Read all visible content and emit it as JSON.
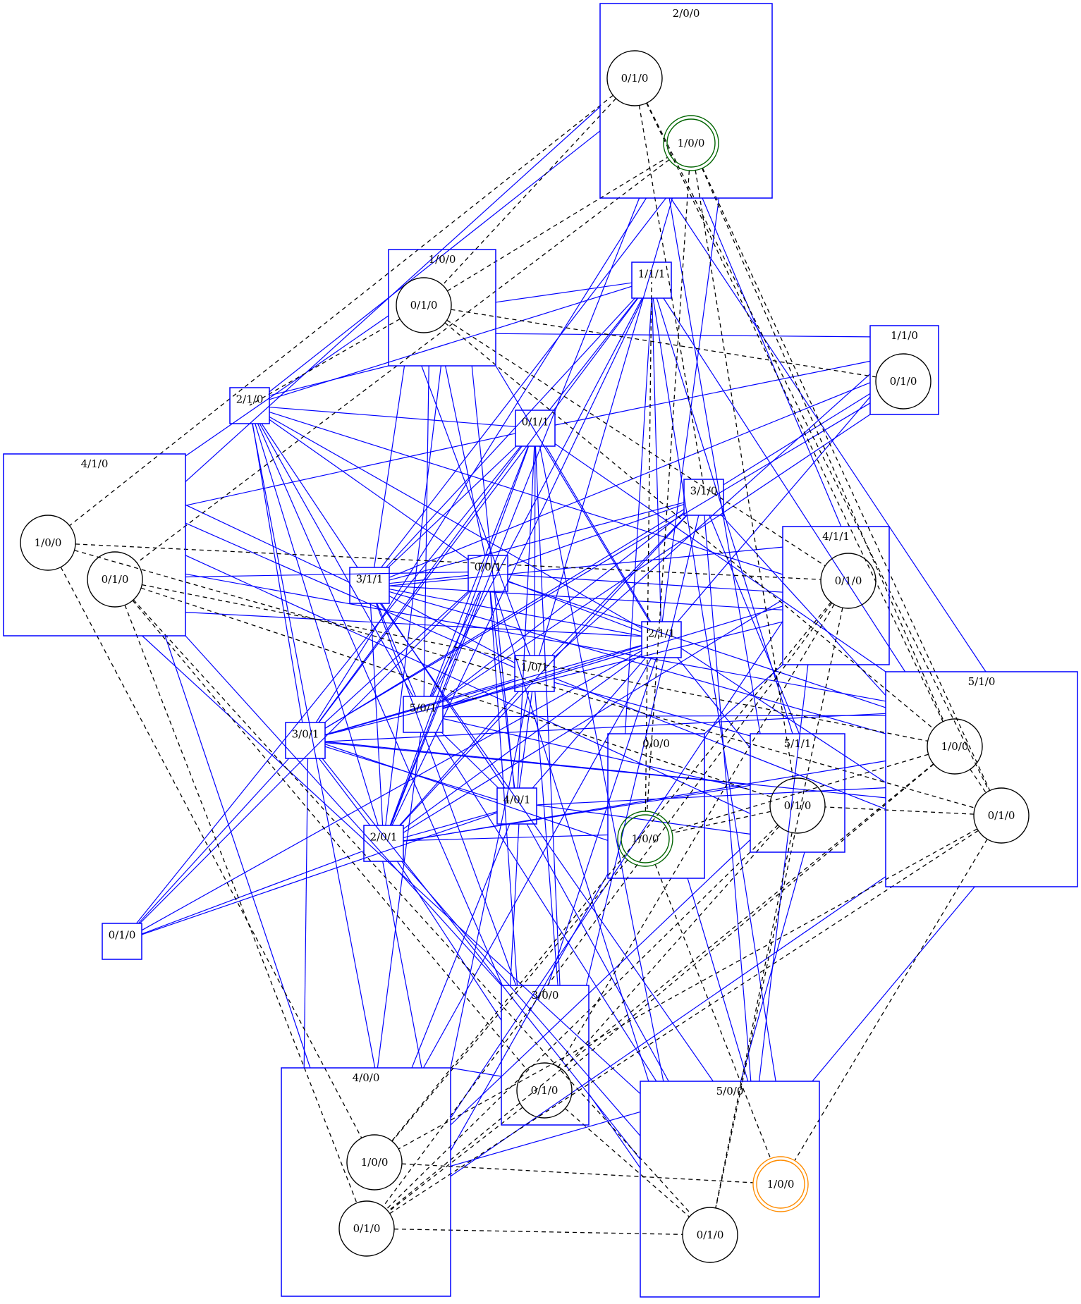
{
  "diagram": {
    "colors": {
      "cluster_border": "#0000ff",
      "solid_edge": "#0000ff",
      "dashed_edge": "#000000",
      "node_border": "#000000",
      "initial_state": "#006400",
      "highlight_state": "#ff8c00"
    },
    "clusters": [
      {
        "id": "c200",
        "label": "2/0/0"
      },
      {
        "id": "c100",
        "label": "1/0/0"
      },
      {
        "id": "c111",
        "label": "1/1/1"
      },
      {
        "id": "c110",
        "label": "1/1/0"
      },
      {
        "id": "c210",
        "label": "2/1/0"
      },
      {
        "id": "c410",
        "label": "4/1/0"
      },
      {
        "id": "c011",
        "label": "0/1/1"
      },
      {
        "id": "c310",
        "label": "3/1/0"
      },
      {
        "id": "c411",
        "label": "4/1/1"
      },
      {
        "id": "c311",
        "label": "3/1/1"
      },
      {
        "id": "c001",
        "label": "0/0/1"
      },
      {
        "id": "c211",
        "label": "2/1/1"
      },
      {
        "id": "c101",
        "label": "1/0/1"
      },
      {
        "id": "c510",
        "label": "5/1/0"
      },
      {
        "id": "c501",
        "label": "5/0/1"
      },
      {
        "id": "c301",
        "label": "3/0/1"
      },
      {
        "id": "c000",
        "label": "0/0/0"
      },
      {
        "id": "c511",
        "label": "5/1/1"
      },
      {
        "id": "c401",
        "label": "4/0/1"
      },
      {
        "id": "c201",
        "label": "2/0/1"
      },
      {
        "id": "c010",
        "label": "0/1/0"
      },
      {
        "id": "c300",
        "label": "3/0/0"
      },
      {
        "id": "c400",
        "label": "4/0/0"
      },
      {
        "id": "c500",
        "label": "5/0/0"
      }
    ],
    "states": [
      {
        "id": "n200a",
        "cluster": "2/0/0",
        "label": "0/1/0",
        "kind": "plain"
      },
      {
        "id": "n200b",
        "cluster": "2/0/0",
        "label": "1/0/0",
        "kind": "initial"
      },
      {
        "id": "n100a",
        "cluster": "1/0/0",
        "label": "0/1/0",
        "kind": "plain"
      },
      {
        "id": "n110a",
        "cluster": "1/1/0",
        "label": "0/1/0",
        "kind": "plain"
      },
      {
        "id": "n410a",
        "cluster": "4/1/0",
        "label": "1/0/0",
        "kind": "plain"
      },
      {
        "id": "n410b",
        "cluster": "4/1/0",
        "label": "0/1/0",
        "kind": "plain"
      },
      {
        "id": "n411a",
        "cluster": "4/1/1",
        "label": "0/1/0",
        "kind": "plain"
      },
      {
        "id": "n510a",
        "cluster": "5/1/0",
        "label": "1/0/0",
        "kind": "plain"
      },
      {
        "id": "n510b",
        "cluster": "5/1/0",
        "label": "0/1/0",
        "kind": "plain"
      },
      {
        "id": "n511a",
        "cluster": "5/1/1",
        "label": "0/1/0",
        "kind": "plain"
      },
      {
        "id": "n000a",
        "cluster": "0/0/0",
        "label": "1/0/0",
        "kind": "initial"
      },
      {
        "id": "n300a",
        "cluster": "3/0/0",
        "label": "0/1/0",
        "kind": "plain"
      },
      {
        "id": "n400a",
        "cluster": "4/0/0",
        "label": "1/0/0",
        "kind": "plain"
      },
      {
        "id": "n400b",
        "cluster": "4/0/0",
        "label": "0/1/0",
        "kind": "plain"
      },
      {
        "id": "n500a",
        "cluster": "5/0/0",
        "label": "1/0/0",
        "kind": "highlight"
      },
      {
        "id": "n500b",
        "cluster": "5/0/0",
        "label": "0/1/0",
        "kind": "plain"
      }
    ],
    "solid_edges": [
      [
        "c200",
        "c210"
      ],
      [
        "c200",
        "c410"
      ],
      [
        "c200",
        "c311"
      ],
      [
        "c200",
        "c301"
      ],
      [
        "c200",
        "c201"
      ],
      [
        "c200",
        "c511"
      ],
      [
        "c200",
        "c510"
      ],
      [
        "c200",
        "c211"
      ],
      [
        "c200",
        "c101"
      ],
      [
        "c200",
        "c411"
      ],
      [
        "c100",
        "c111"
      ],
      [
        "c100",
        "c110"
      ],
      [
        "c100",
        "c210"
      ],
      [
        "c100",
        "c410"
      ],
      [
        "c100",
        "c501"
      ],
      [
        "c100",
        "c201"
      ],
      [
        "c100",
        "c401"
      ],
      [
        "c100",
        "c211"
      ],
      [
        "c100",
        "c311"
      ],
      [
        "c100",
        "c001"
      ],
      [
        "c100",
        "c101"
      ],
      [
        "c111",
        "c210"
      ],
      [
        "c111",
        "c011"
      ],
      [
        "c111",
        "c000"
      ],
      [
        "c111",
        "c201"
      ],
      [
        "c111",
        "c301"
      ],
      [
        "c111",
        "c211"
      ],
      [
        "c111",
        "c500"
      ],
      [
        "c111",
        "c510"
      ],
      [
        "c111",
        "c511"
      ],
      [
        "c111",
        "c501"
      ],
      [
        "c111",
        "c311"
      ],
      [
        "c110",
        "c011"
      ],
      [
        "c110",
        "c311"
      ],
      [
        "c110",
        "c301"
      ],
      [
        "c110",
        "c501"
      ],
      [
        "c110",
        "c101"
      ],
      [
        "c110",
        "c211"
      ],
      [
        "c110",
        "c310"
      ],
      [
        "c210",
        "c011"
      ],
      [
        "c210",
        "c001"
      ],
      [
        "c210",
        "c311"
      ],
      [
        "c210",
        "c301"
      ],
      [
        "c210",
        "c201"
      ],
      [
        "c210",
        "c400"
      ],
      [
        "c210",
        "c300"
      ],
      [
        "c210",
        "c411"
      ],
      [
        "c210",
        "c211"
      ],
      [
        "c210",
        "c501"
      ],
      [
        "c410",
        "c311"
      ],
      [
        "c410",
        "c001"
      ],
      [
        "c410",
        "c211"
      ],
      [
        "c410",
        "c101"
      ],
      [
        "c410",
        "c511"
      ],
      [
        "c410",
        "c510"
      ],
      [
        "c410",
        "c400"
      ],
      [
        "c410",
        "c300"
      ],
      [
        "c410",
        "c500"
      ],
      [
        "c410",
        "c011"
      ],
      [
        "c011",
        "c311"
      ],
      [
        "c011",
        "c301"
      ],
      [
        "c011",
        "c501"
      ],
      [
        "c011",
        "c201"
      ],
      [
        "c011",
        "c401"
      ],
      [
        "c011",
        "c101"
      ],
      [
        "c011",
        "c211"
      ],
      [
        "c011",
        "c510"
      ],
      [
        "c011",
        "c300"
      ],
      [
        "c011",
        "c500"
      ],
      [
        "c310",
        "c311"
      ],
      [
        "c310",
        "c301"
      ],
      [
        "c310",
        "c201"
      ],
      [
        "c310",
        "c501"
      ],
      [
        "c310",
        "c001"
      ],
      [
        "c310",
        "c101"
      ],
      [
        "c310",
        "c300"
      ],
      [
        "c310",
        "c510"
      ],
      [
        "c310",
        "c511"
      ],
      [
        "c310",
        "c500"
      ],
      [
        "c411",
        "c301"
      ],
      [
        "c411",
        "c201"
      ],
      [
        "c411",
        "c501"
      ],
      [
        "c411",
        "c311"
      ],
      [
        "c411",
        "c000"
      ],
      [
        "c411",
        "c400"
      ],
      [
        "c411",
        "c500"
      ],
      [
        "c411",
        "c001"
      ],
      [
        "c311",
        "c001"
      ],
      [
        "c311",
        "c211"
      ],
      [
        "c311",
        "c101"
      ],
      [
        "c311",
        "c501"
      ],
      [
        "c311",
        "c201"
      ],
      [
        "c311",
        "c401"
      ],
      [
        "c311",
        "c300"
      ],
      [
        "c311",
        "c500"
      ],
      [
        "c311",
        "c510"
      ],
      [
        "c311",
        "c411"
      ],
      [
        "c001",
        "c211"
      ],
      [
        "c001",
        "c301"
      ],
      [
        "c001",
        "c501"
      ],
      [
        "c001",
        "c201"
      ],
      [
        "c001",
        "c401"
      ],
      [
        "c001",
        "c510"
      ],
      [
        "c001",
        "c500"
      ],
      [
        "c001",
        "c300"
      ],
      [
        "c211",
        "c301"
      ],
      [
        "c211",
        "c501"
      ],
      [
        "c211",
        "c201"
      ],
      [
        "c211",
        "c401"
      ],
      [
        "c211",
        "c300"
      ],
      [
        "c211",
        "c400"
      ],
      [
        "c211",
        "c511"
      ],
      [
        "c211",
        "c510"
      ],
      [
        "c101",
        "c301"
      ],
      [
        "c101",
        "c501"
      ],
      [
        "c101",
        "c201"
      ],
      [
        "c101",
        "c401"
      ],
      [
        "c101",
        "c510"
      ],
      [
        "c101",
        "c511"
      ],
      [
        "c101",
        "c300"
      ],
      [
        "c101",
        "c400"
      ],
      [
        "c510",
        "c301"
      ],
      [
        "c510",
        "c201"
      ],
      [
        "c510",
        "c401"
      ],
      [
        "c510",
        "c400"
      ],
      [
        "c510",
        "c500"
      ],
      [
        "c510",
        "c501"
      ],
      [
        "c501",
        "c401"
      ],
      [
        "c501",
        "c511"
      ],
      [
        "c501",
        "c500"
      ],
      [
        "c501",
        "c400"
      ],
      [
        "c301",
        "c010"
      ],
      [
        "c301",
        "c201"
      ],
      [
        "c301",
        "c400"
      ],
      [
        "c301",
        "c500"
      ],
      [
        "c301",
        "c511"
      ],
      [
        "c301",
        "c510"
      ],
      [
        "c301",
        "c401"
      ],
      [
        "c000",
        "c201"
      ],
      [
        "c000",
        "c301"
      ],
      [
        "c000",
        "c400"
      ],
      [
        "c000",
        "c500"
      ],
      [
        "c511",
        "c201"
      ],
      [
        "c511",
        "c400"
      ],
      [
        "c511",
        "c500"
      ],
      [
        "c511",
        "c401"
      ],
      [
        "c401",
        "c010"
      ],
      [
        "c401",
        "c201"
      ],
      [
        "c401",
        "c300"
      ],
      [
        "c401",
        "c500"
      ],
      [
        "c401",
        "c400"
      ],
      [
        "c201",
        "c010"
      ],
      [
        "c201",
        "c400"
      ],
      [
        "c201",
        "c500"
      ],
      [
        "c201",
        "c300"
      ],
      [
        "c010",
        "c011"
      ],
      [
        "c010",
        "c001"
      ],
      [
        "c010",
        "c211"
      ],
      [
        "c300",
        "c500"
      ],
      [
        "c400",
        "c500"
      ],
      [
        "c300",
        "c400"
      ]
    ],
    "dashed_edges": [
      [
        "n200a",
        "n100a"
      ],
      [
        "n200a",
        "n410a"
      ],
      [
        "n200a",
        "n510a"
      ],
      [
        "n200a",
        "n510b"
      ],
      [
        "n200a",
        "n310x"
      ],
      [
        "n200b",
        "n410b"
      ],
      [
        "n200b",
        "n510a"
      ],
      [
        "n200b",
        "n511a"
      ],
      [
        "n200b",
        "n000a"
      ],
      [
        "n200b",
        "n510b"
      ],
      [
        "n100a",
        "n110a"
      ],
      [
        "n100a",
        "n411a"
      ],
      [
        "n100a",
        "n510a"
      ],
      [
        "n100a",
        "n210x"
      ],
      [
        "n100a",
        "n200b"
      ],
      [
        "n410a",
        "n400a"
      ],
      [
        "n410a",
        "n510b"
      ],
      [
        "n410a",
        "n411a"
      ],
      [
        "n410b",
        "n400b"
      ],
      [
        "n410b",
        "n511a"
      ],
      [
        "n410b",
        "n300a"
      ],
      [
        "n410b",
        "n500b"
      ],
      [
        "n410b",
        "n510a"
      ],
      [
        "n411a",
        "n400a"
      ],
      [
        "n411a",
        "n300a"
      ],
      [
        "n411a",
        "n500b"
      ],
      [
        "n411a",
        "n400b"
      ],
      [
        "n510a",
        "n510b"
      ],
      [
        "n510a",
        "n400b"
      ],
      [
        "n510a",
        "n000a"
      ],
      [
        "n510a",
        "n300a"
      ],
      [
        "n510b",
        "n511a"
      ],
      [
        "n510b",
        "n400a"
      ],
      [
        "n510b",
        "n500a"
      ],
      [
        "n510b",
        "n400b"
      ],
      [
        "n511a",
        "n000a"
      ],
      [
        "n511a",
        "n500b"
      ],
      [
        "n511a",
        "n300a"
      ],
      [
        "n511a",
        "n400b"
      ],
      [
        "n000a",
        "n500a"
      ],
      [
        "n000a",
        "n400a"
      ],
      [
        "n300a",
        "n500b"
      ],
      [
        "n300a",
        "n400b"
      ],
      [
        "n400a",
        "n500a"
      ],
      [
        "n400b",
        "n500b"
      ],
      [
        "n000a",
        "n111x"
      ]
    ]
  }
}
